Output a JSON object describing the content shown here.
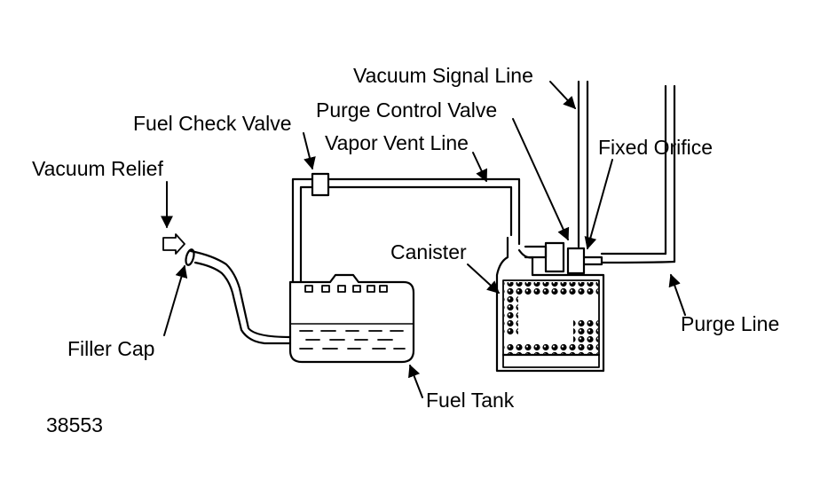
{
  "labels": {
    "vacuum_signal_line": "Vacuum Signal Line",
    "purge_control_valve": "Purge Control Valve",
    "fuel_check_valve": "Fuel Check Valve",
    "vapor_vent_line": "Vapor Vent Line",
    "fixed_orifice": "Fixed Orifice",
    "vacuum_relief": "Vacuum Relief",
    "canister": "Canister",
    "purge_line": "Purge Line",
    "filler_cap": "Filler Cap",
    "fuel_tank": "Fuel Tank",
    "figure_number": "38553"
  },
  "colors": {
    "ink": "#000000",
    "paper": "#ffffff"
  }
}
